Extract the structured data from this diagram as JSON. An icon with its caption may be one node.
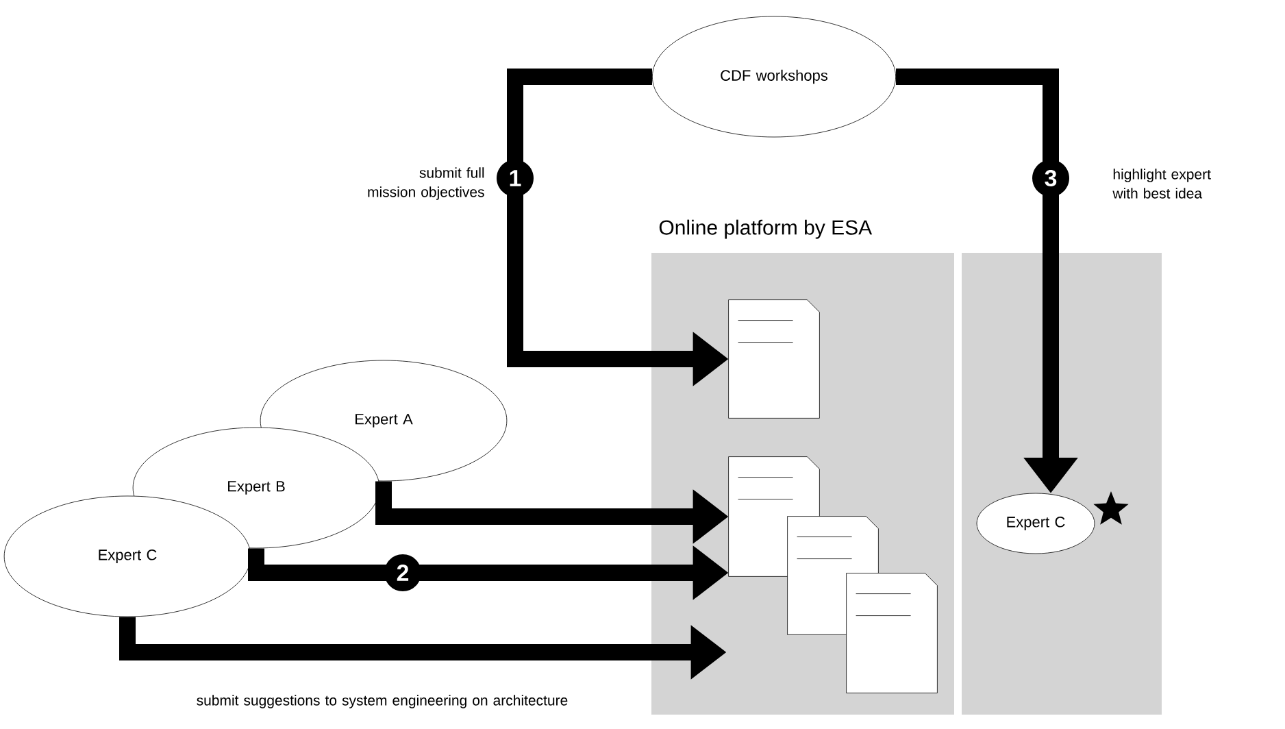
{
  "diagram": {
    "nodes": [
      {
        "text": [
          "CDF workshops"
        ]
      },
      {
        "text": [
          "Online platform by ESA"
        ]
      },
      {
        "text": [],
        "shape": "box"
      },
      {
        "text": [],
        "shape": "document",
        "in": 1
      },
      {
        "text": [],
        "shape": "document",
        "in": 1
      },
      {
        "text": [],
        "shape": "document",
        "in": 1
      },
      {
        "text": [],
        "shape": "document",
        "in": 1
      },
      {
        "text": [
          "Expert A"
        ]
      },
      {
        "text": [
          "Expert B"
        ]
      },
      {
        "text": [
          "Expert C"
        ]
      },
      {
        "text": [
          "Expert C"
        ],
        "in": 2
      }
    ],
    "edges": [
      {
        "from": 0,
        "to": 3,
        "arrow": "to",
        "label": "1"
      },
      {
        "from": 0,
        "to": 10,
        "arrow": "to",
        "label": "3"
      },
      {
        "from": 7,
        "to": 4,
        "arrow": "to"
      },
      {
        "from": 8,
        "to": 4,
        "arrow": "to",
        "label": "2"
      },
      {
        "from": 9,
        "to": 1,
        "arrow": "to"
      }
    ],
    "labels": [
      "submit full mission objectives",
      "highlight expert with best idea",
      "submit suggestions to system engineering on architecture"
    ]
  }
}
